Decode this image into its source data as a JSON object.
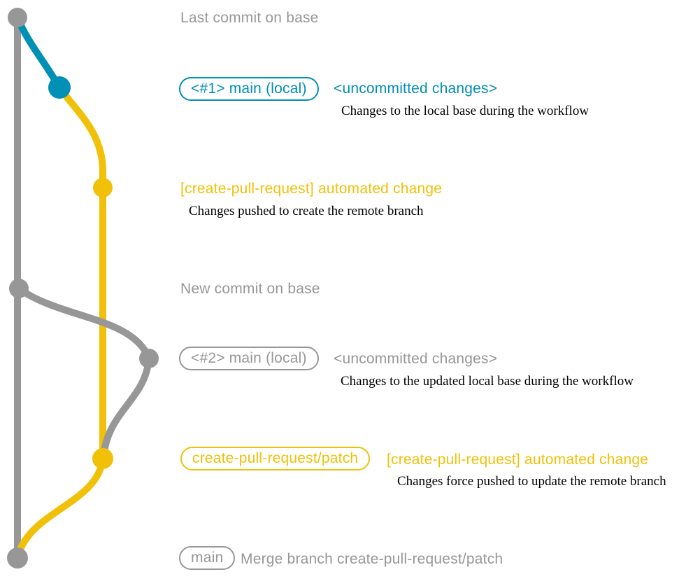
{
  "colors": {
    "base": "#979797",
    "main_local": "#008fb5",
    "patch": "#f1c109",
    "annotation": "#000000",
    "background": "#ffffff"
  },
  "graph": {
    "branches": [
      {
        "name": "base",
        "color": "#979797"
      },
      {
        "name": "main-local",
        "color": "#008fb5"
      },
      {
        "name": "create-pull-request/patch",
        "color": "#f1c109"
      }
    ],
    "commit_nodes": [
      {
        "name": "last-commit-on-base",
        "branch": "base"
      },
      {
        "name": "main-local-1-commit",
        "branch": "main-local"
      },
      {
        "name": "automated-change-1-commit",
        "branch": "create-pull-request/patch"
      },
      {
        "name": "new-commit-on-base",
        "branch": "base"
      },
      {
        "name": "main-local-2-commit",
        "branch": "base"
      },
      {
        "name": "automated-change-2-commit",
        "branch": "create-pull-request/patch"
      },
      {
        "name": "merge-commit",
        "branch": "base"
      }
    ]
  },
  "rows": {
    "last_commit": {
      "message": "Last commit on base"
    },
    "main_local_1": {
      "badge": "<#1> main (local)",
      "message": "<uncommitted changes>",
      "note": "Changes to the local base during the workflow"
    },
    "cpr_change_1": {
      "message": "[create-pull-request] automated change",
      "note": "Changes pushed to create the remote branch"
    },
    "new_commit": {
      "message": "New commit on base"
    },
    "main_local_2": {
      "badge": "<#2> main (local)",
      "message": "<uncommitted changes>",
      "note": "Changes to the updated local base during the workflow"
    },
    "cpr_change_2": {
      "badge": "create-pull-request/patch",
      "message": "[create-pull-request] automated change",
      "note": "Changes force pushed to update the remote branch"
    },
    "merge": {
      "badge": "main",
      "message": "Merge branch create-pull-request/patch"
    }
  }
}
